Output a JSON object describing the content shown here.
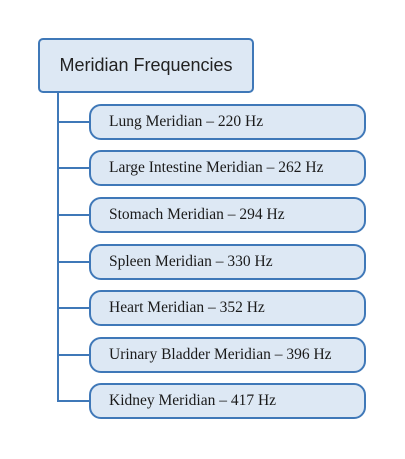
{
  "root": {
    "label": "Meridian Frequencies"
  },
  "items": [
    {
      "label": " Lung Meridian – 220 Hz"
    },
    {
      "label": "Large Intestine Meridian – 262 Hz"
    },
    {
      "label": "Stomach Meridian – 294 Hz"
    },
    {
      "label": "Spleen Meridian – 330 Hz"
    },
    {
      "label": "Heart Meridian – 352 Hz"
    },
    {
      "label": "Urinary Bladder Meridian – 396 Hz"
    },
    {
      "label": "Kidney Meridian – 417 Hz"
    }
  ],
  "colors": {
    "box_fill": "#dde8f4",
    "box_border": "#3f78b8",
    "connector": "#3f78b8"
  }
}
